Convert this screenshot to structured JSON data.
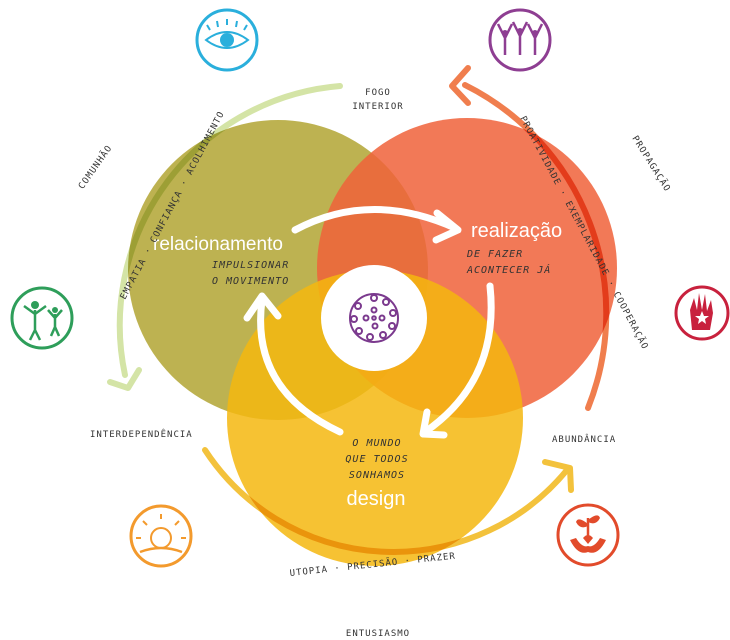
{
  "center": {
    "top_label_line1": "FOGO",
    "top_label_line2": "INTERIOR"
  },
  "circles": {
    "relacionamento": {
      "title": "relacionamento",
      "sub_line1": "IMPULSIONAR",
      "sub_line2": "O MOVIMENTO",
      "color": "#B9AE48"
    },
    "realizacao": {
      "title": "realização",
      "sub_line1": "DE FAZER",
      "sub_line2": "ACONTECER JÁ",
      "color": "#F0623A"
    },
    "design": {
      "title": "design",
      "sub_line1": "O MUNDO",
      "sub_line2": "QUE TODOS",
      "sub_line3": "SONHAMOS",
      "color": "#F5B70F"
    }
  },
  "outer_labels": {
    "comunhao": "COMUNHÃO",
    "comunhao_values": "EMPATIA · CONFIANÇA · ACOLHIMENTO",
    "propagacao": "PROPAGAÇÃO",
    "propagacao_values": "PROATIVIDADE · EXEMPLARIDADE · COOPERAÇÃO",
    "interdependencia": "INTERDEPENDÊNCIA",
    "abundancia": "ABUNDÂNCIA",
    "design_values": "UTOPIA · PRECISÃO · PRAZER",
    "entusiasmo": "ENTUSIASMO"
  },
  "icons": {
    "eye": "eye-icon",
    "people_raised_hands": "people-raised-hands-icon",
    "adult_child": "adult-child-icon",
    "hand_star": "hand-star-icon",
    "sunrise": "sunrise-icon",
    "hands_plant": "hands-plant-icon",
    "center_dots": "dots-circle-icon"
  },
  "colors": {
    "green_arc": "#D4E4A6",
    "orange_arc": "#F07E4E",
    "yellow_arc": "#F3C23C",
    "eye_icon": "#2AAFDC",
    "people_icon": "#8E3E92",
    "adult_child_icon": "#2E9E5A",
    "hand_icon": "#C8213D",
    "sunrise_icon": "#F39A2D",
    "plant_icon": "#E24B2B",
    "center_icon": "#7B3A8E"
  }
}
